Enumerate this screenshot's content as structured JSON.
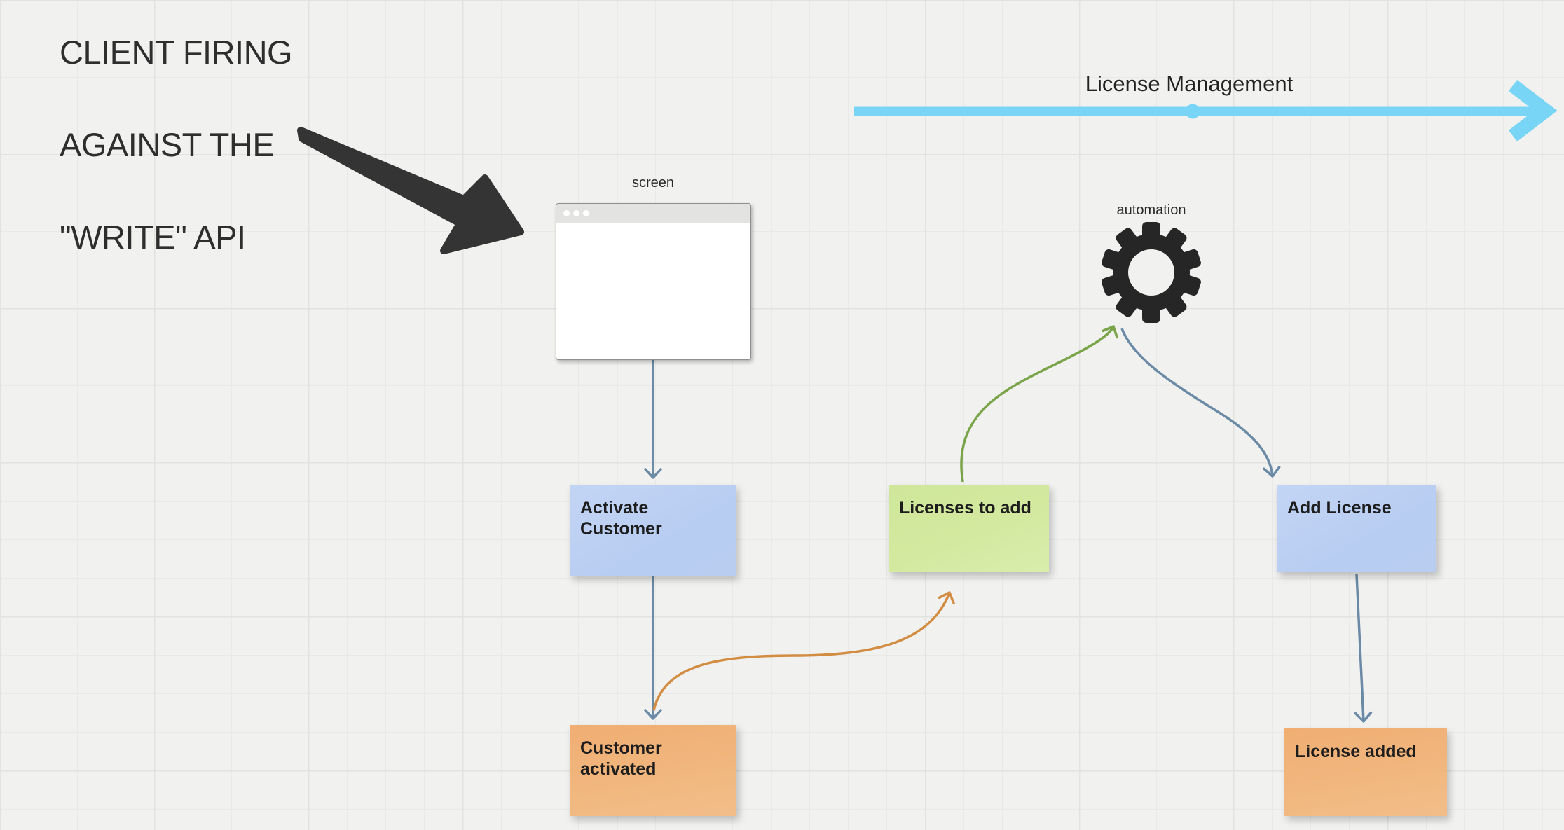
{
  "board": {
    "background_color": "#f1f1f0",
    "annotation": {
      "line1": "CLIENT FIRING",
      "line2": "AGAINST THE",
      "line3": "\"WRITE\" API",
      "text_color": "#2e2e2e",
      "arrow_color": "#343434"
    },
    "timeline": {
      "label": "License Management",
      "color": "#79d5f5"
    },
    "screen_widget": {
      "label": "screen"
    },
    "automation_widget": {
      "label": "automation",
      "gear_color": "#262626"
    },
    "notes": [
      {
        "id": "activate-customer",
        "label": "Activate Customer",
        "color": "#bcd1f2"
      },
      {
        "id": "licenses-to-add",
        "label": "Licenses to add",
        "color": "#d2e89c"
      },
      {
        "id": "add-license",
        "label": "Add License",
        "color": "#bcd1f2"
      },
      {
        "id": "customer-activated",
        "label": "Customer activated",
        "color": "#f1b57c"
      },
      {
        "id": "license-added",
        "label": "License added",
        "color": "#f1b57c"
      }
    ],
    "connector_colors": {
      "slate": "#6b8aa6",
      "green": "#7aa449",
      "orange": "#d28d43"
    }
  }
}
